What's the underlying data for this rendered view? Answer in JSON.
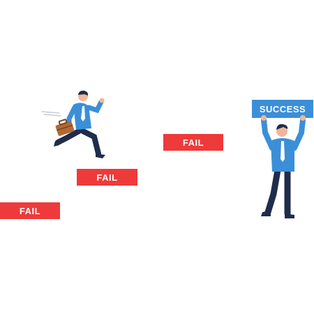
{
  "labels": {
    "fail_1": "FAIL",
    "fail_2": "FAIL",
    "fail_3": "FAIL",
    "success": "SUCCESS"
  },
  "colors": {
    "fail_sign": "#ee3a3a",
    "success_sign": "#3a8fd8",
    "shirt": "#3a8fd8",
    "pants": "#1f2d4b",
    "skin": "#f3b49a",
    "hair": "#1f2d4b",
    "briefcase": "#b06a36"
  }
}
